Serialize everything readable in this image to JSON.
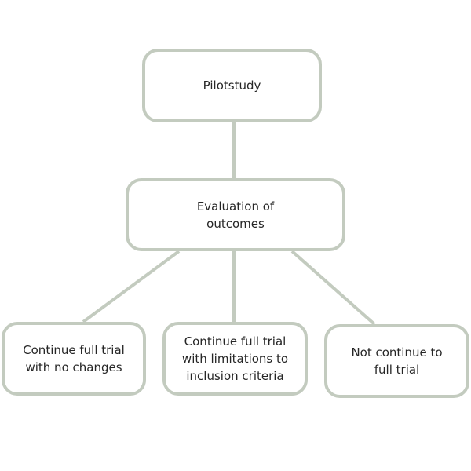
{
  "diagram": {
    "line_color": "#c3cbbf",
    "border_color": "#c3cbbf",
    "text_color": "#262626",
    "nodes": {
      "root": {
        "label": "Pilotstudy"
      },
      "evaluation": {
        "label": "Evaluation of\noutcomes"
      },
      "option_no_changes": {
        "label": "Continue full trial\nwith no changes"
      },
      "option_limitations": {
        "label": "Continue full trial\nwith limitations to\ninclusion criteria"
      },
      "option_not_continue": {
        "label": "Not continue to\nfull trial"
      }
    },
    "edges": [
      {
        "from": "root",
        "to": "evaluation"
      },
      {
        "from": "evaluation",
        "to": "option_no_changes"
      },
      {
        "from": "evaluation",
        "to": "option_limitations"
      },
      {
        "from": "evaluation",
        "to": "option_not_continue"
      }
    ]
  }
}
